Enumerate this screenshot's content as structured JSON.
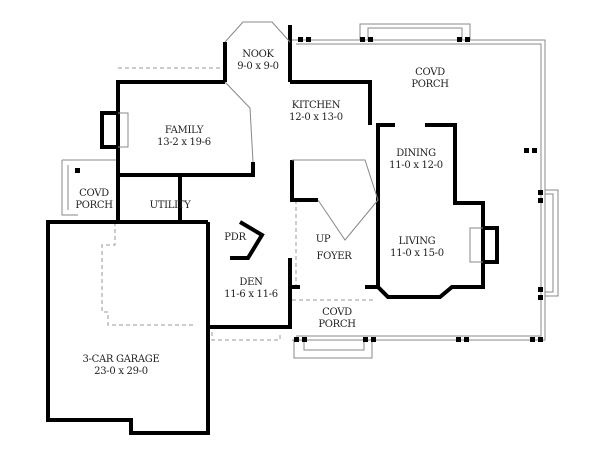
{
  "rooms": [
    {
      "name": "NOOK",
      "size": "9-0 x 9-0"
    },
    {
      "name": "COVD PORCH",
      "line1": "COVD",
      "line2": "PORCH"
    },
    {
      "name": "KITCHEN",
      "size": "12-0 x 13-0"
    },
    {
      "name": "FAMILY",
      "size": "13-2 x 19-6"
    },
    {
      "name": "DINING",
      "size": "11-0 x 12-0"
    },
    {
      "name": "COVD PORCH",
      "line1": "COVD",
      "line2": "PORCH"
    },
    {
      "name": "UTILITY"
    },
    {
      "name": "PDR"
    },
    {
      "name": "UP"
    },
    {
      "name": "LIVING",
      "size": "11-0 x 15-0"
    },
    {
      "name": "FOYER"
    },
    {
      "name": "DEN",
      "size": "11-6 x 11-6"
    },
    {
      "name": "COVD PORCH",
      "line1": "COVD",
      "line2": "PORCH"
    },
    {
      "name": "3-CAR GARAGE",
      "size": "23-0 x 29-0"
    }
  ]
}
